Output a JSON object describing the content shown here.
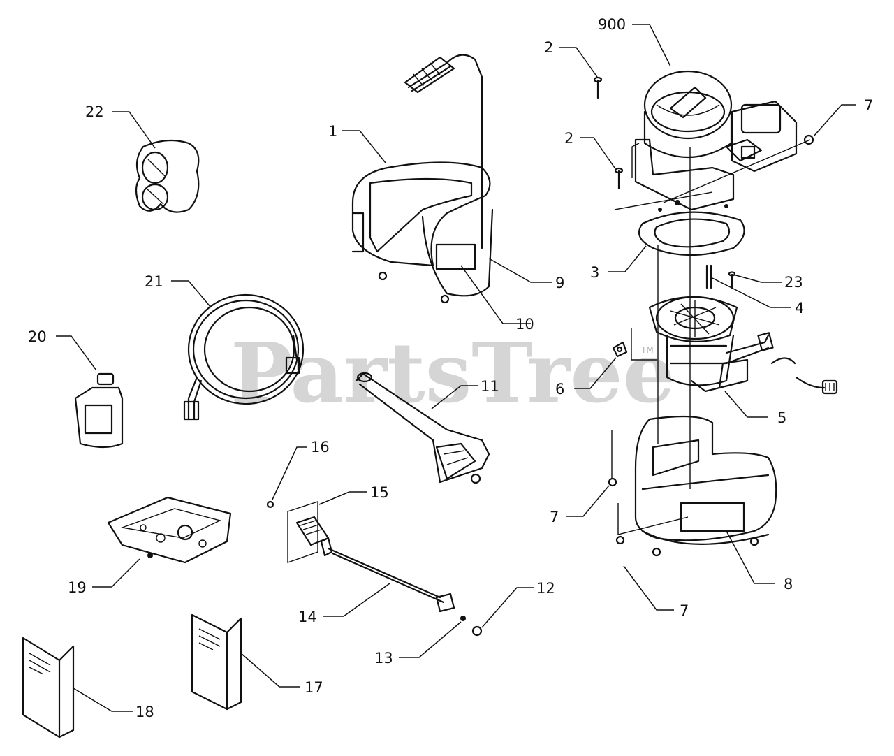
{
  "watermark": {
    "text": "PartsTree",
    "trademark": "TM"
  },
  "callouts": {
    "c900": "900",
    "c1": "1",
    "c2a": "2",
    "c2b": "2",
    "c3": "3",
    "c4": "4",
    "c5": "5",
    "c6": "6",
    "c7a": "7",
    "c7b": "7",
    "c7c": "7",
    "c8": "8",
    "c9": "9",
    "c10": "10",
    "c11": "11",
    "c12": "12",
    "c13": "13",
    "c14": "14",
    "c15": "15",
    "c16": "16",
    "c17": "17",
    "c18": "18",
    "c19": "19",
    "c20": "20",
    "c21": "21",
    "c22": "22",
    "c23": "23"
  },
  "colors": {
    "line": "#111111",
    "background": "#ffffff",
    "watermark": "#c8c8c8"
  }
}
